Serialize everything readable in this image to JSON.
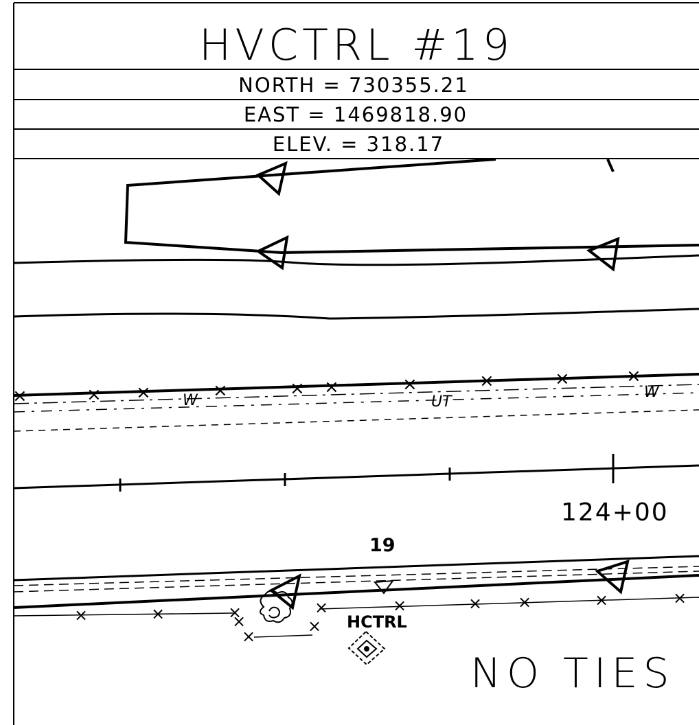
{
  "header": {
    "title": "HVCTRL #19",
    "north": "NORTH = 730355.21",
    "east": "EAST = 1469818.90",
    "elev": "ELEV. = 318.17"
  },
  "plan": {
    "station": "124+00",
    "point_number": "19",
    "point_code": "HCTRL",
    "utility_labels": [
      "W",
      "UT",
      "W"
    ],
    "note": "NO TIES"
  }
}
